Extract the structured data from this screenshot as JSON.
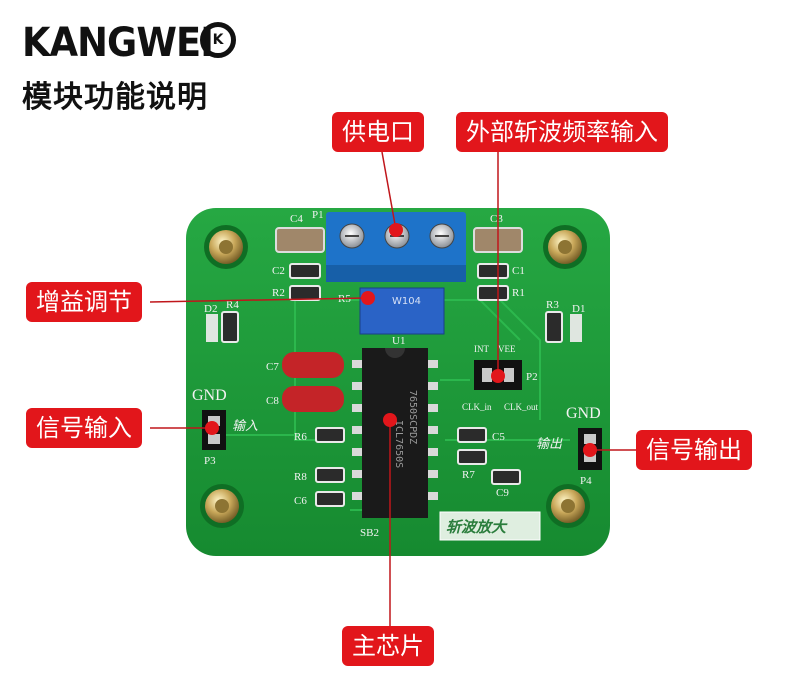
{
  "header": {
    "brand": "KANGWEI",
    "brand_badge": "K",
    "subtitle": "模块功能说明"
  },
  "callouts": {
    "power": "供电口",
    "clock": "外部斩波频率输入",
    "gain": "增益调节",
    "signal_in": "信号输入",
    "signal_out": "信号输出",
    "chip": "主芯片"
  },
  "board": {
    "silk_gnd_left": "GND",
    "silk_gnd_right": "GND",
    "silk_in": "输入",
    "silk_out": "输出",
    "silk_title": "斩波放大",
    "silk_chip": "7650SCPDZ",
    "silk_chip2": "ICL7650S",
    "silk_pot": "W104",
    "silk_int": "INT",
    "silk_vee": "VEE",
    "silk_clkin": "CLK_in",
    "silk_clkout": "CLK_out",
    "silk_p1": "P1",
    "silk_p2": "P2",
    "silk_p3": "P3",
    "silk_p4": "P4",
    "silk_c1": "C1",
    "silk_c2": "C2",
    "silk_c3": "C3",
    "silk_c4": "C4",
    "silk_c5": "C5",
    "silk_c6": "C6",
    "silk_c7": "C7",
    "silk_c8": "C8",
    "silk_c9": "C9",
    "silk_r1": "R1",
    "silk_r2": "R2",
    "silk_r3": "R3",
    "silk_r4": "R4",
    "silk_r5": "R5",
    "silk_r6": "R6",
    "silk_r7": "R7",
    "silk_r8": "R8",
    "silk_d1": "D1",
    "silk_d2": "D2",
    "silk_u1": "U1",
    "silk_sb2": "SB2"
  },
  "colors": {
    "callout_bg": "#e2161b",
    "pcb_green": "#1f9e3a",
    "terminal_blue": "#1e73c9",
    "leader_line": "#c0161b"
  }
}
